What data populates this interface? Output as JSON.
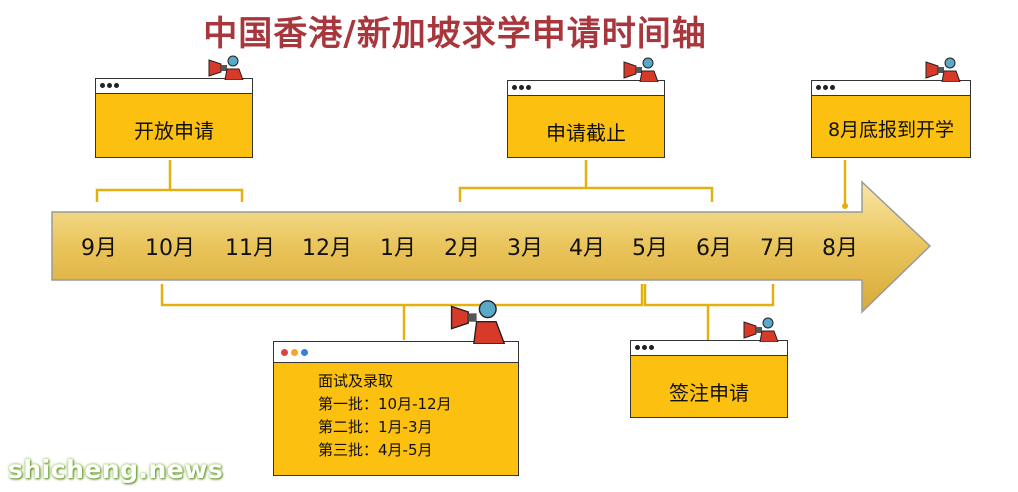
{
  "title": "中国香港/新加坡求学申请时间轴",
  "months": [
    "9月",
    "10月",
    "11月",
    "12月",
    "1月",
    "2月",
    "3月",
    "4月",
    "5月",
    "6月",
    "7月",
    "8月"
  ],
  "cards": {
    "open": "开放申请",
    "deadline": "申请截止",
    "report": "8月底报到开学",
    "visa": "签注申请",
    "interview": {
      "heading": "面试及录取",
      "batch1": "第一批：10月-12月",
      "batch2": "第二批：1月-3月",
      "batch3": "第三批：4月-5月"
    }
  },
  "colors": {
    "title": "#a8373d",
    "card": "#fbc010",
    "arrow": "#e8c25a",
    "bracket": "#e2b10f"
  },
  "watermark": "shicheng.news"
}
